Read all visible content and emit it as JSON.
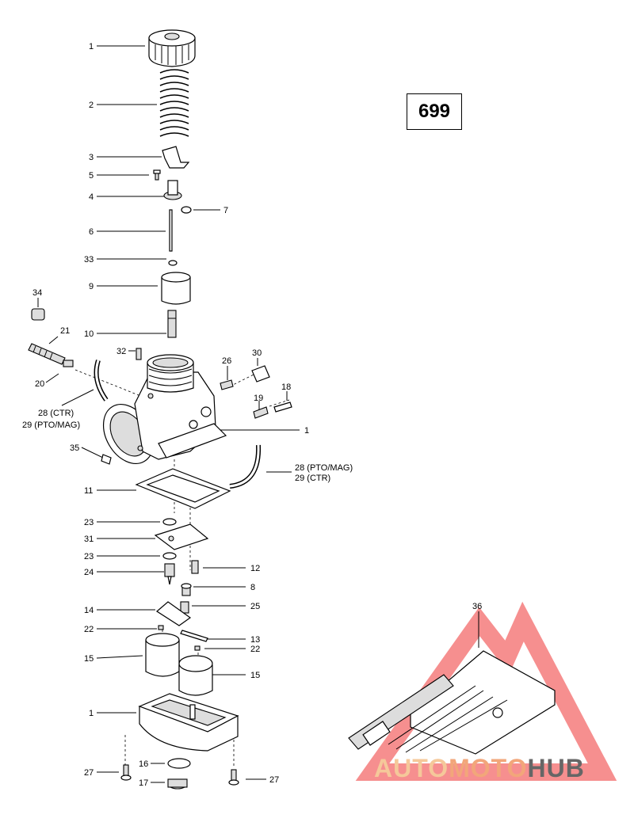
{
  "page_number": "699",
  "labels": [
    {
      "id": "l1a",
      "text": "1"
    },
    {
      "id": "l2",
      "text": "2"
    },
    {
      "id": "l3",
      "text": "3"
    },
    {
      "id": "l5",
      "text": "5"
    },
    {
      "id": "l4",
      "text": "4"
    },
    {
      "id": "l7",
      "text": "7"
    },
    {
      "id": "l6",
      "text": "6"
    },
    {
      "id": "l33",
      "text": "33"
    },
    {
      "id": "l9",
      "text": "9"
    },
    {
      "id": "l34",
      "text": "34"
    },
    {
      "id": "l10",
      "text": "10"
    },
    {
      "id": "l21",
      "text": "21"
    },
    {
      "id": "l32",
      "text": "32"
    },
    {
      "id": "l30",
      "text": "30"
    },
    {
      "id": "l26",
      "text": "26"
    },
    {
      "id": "l20",
      "text": "20"
    },
    {
      "id": "l18",
      "text": "18"
    },
    {
      "id": "l19",
      "text": "19"
    },
    {
      "id": "l28a",
      "text": "28 (CTR)"
    },
    {
      "id": "l29a",
      "text": "29 (PTO/MAG)"
    },
    {
      "id": "l1b",
      "text": "1"
    },
    {
      "id": "l35",
      "text": "35"
    },
    {
      "id": "l28b",
      "text": "28 (PTO/MAG)"
    },
    {
      "id": "l29b",
      "text": "29 (CTR)"
    },
    {
      "id": "l11",
      "text": "11"
    },
    {
      "id": "l23a",
      "text": "23"
    },
    {
      "id": "l31",
      "text": "31"
    },
    {
      "id": "l23b",
      "text": "23"
    },
    {
      "id": "l24",
      "text": "24"
    },
    {
      "id": "l12",
      "text": "12"
    },
    {
      "id": "l8",
      "text": "8"
    },
    {
      "id": "l14",
      "text": "14"
    },
    {
      "id": "l25",
      "text": "25"
    },
    {
      "id": "l22a",
      "text": "22"
    },
    {
      "id": "l13",
      "text": "13"
    },
    {
      "id": "l22b",
      "text": "22"
    },
    {
      "id": "l15a",
      "text": "15"
    },
    {
      "id": "l15b",
      "text": "15"
    },
    {
      "id": "l1c",
      "text": "1"
    },
    {
      "id": "l16",
      "text": "16"
    },
    {
      "id": "l27a",
      "text": "27"
    },
    {
      "id": "l27b",
      "text": "27"
    },
    {
      "id": "l17",
      "text": "17"
    },
    {
      "id": "l36",
      "text": "36"
    }
  ],
  "watermark": {
    "part1": "AUTO",
    "part2": "MOTO",
    "part3": "HUB",
    "color1": "#f5c89a",
    "color2": "#f2a67a",
    "color3": "#666666",
    "logo_color": "#ee4444"
  }
}
